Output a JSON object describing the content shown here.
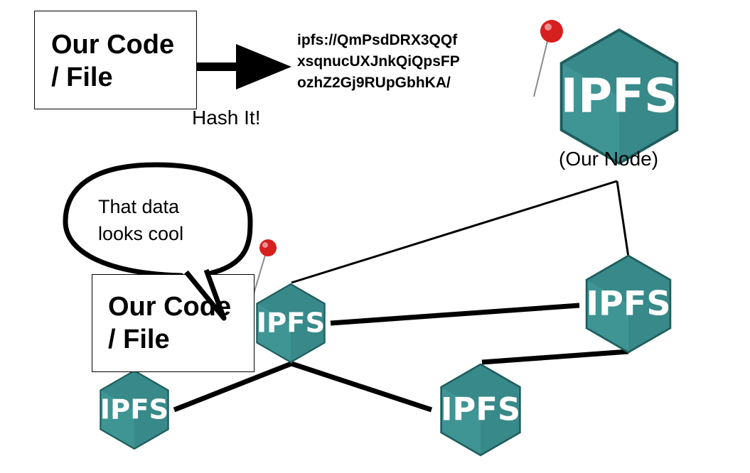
{
  "colors": {
    "node_fill": "#3f9494",
    "node_dark": "#2b7575",
    "node_edge": "#1f5d5d",
    "pin": "#d61f1f",
    "line": "#000000"
  },
  "icons": {
    "pin": "push-pin-icon",
    "node": "ipfs-hexagon-logo"
  },
  "top": {
    "file_label": "Our Code\n/ File",
    "arrow_label": "Hash It!",
    "hash_lines": [
      "ipfs://QmPsdDRX3QQf",
      "xsqnucUXJnkQiQpsFP",
      "ozhZ2Gj9RUpGbhKA/"
    ],
    "node_caption": "(Our Node)"
  },
  "network": {
    "speech": "That data\nlooks cool",
    "file_label": "Our Code\n/ File"
  },
  "node_label": "IPFS"
}
